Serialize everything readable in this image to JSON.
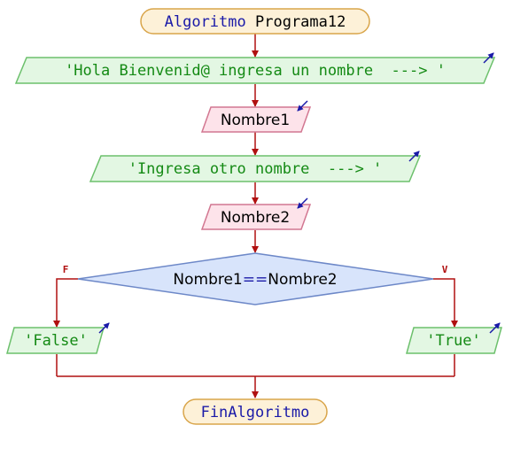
{
  "diagram": {
    "start": {
      "keyword": "Algoritmo",
      "name": "Programa12"
    },
    "end": {
      "keyword": "FinAlgoritmo"
    },
    "output1": {
      "text": "'Hola Bienvenid@ ingresa un nombre  ---> '"
    },
    "input1": {
      "text": "Nombre1"
    },
    "output2": {
      "text": "'Ingresa otro nombre  ---> '"
    },
    "input2": {
      "text": "Nombre2"
    },
    "decision": {
      "left": "Nombre1",
      "op": "==",
      "right": "Nombre2",
      "false_label": "F",
      "true_label": "V"
    },
    "output_false": {
      "text": "'False'"
    },
    "output_true": {
      "text": "'True'"
    },
    "colors": {
      "line": "#b01010",
      "terminal_fill": "#fdf1d8",
      "terminal_stroke": "#d9a54a",
      "output_fill": "#e3f7e3",
      "output_stroke": "#6cc06c",
      "output_text": "#148a14",
      "input_fill": "#fde3ea",
      "input_stroke": "#d27791",
      "decision_fill": "#d8e4fb",
      "decision_stroke": "#6d88c8",
      "keyword": "#1a1aa8",
      "flag": "#b01010",
      "io_arrow": "#1a1aa8"
    }
  }
}
